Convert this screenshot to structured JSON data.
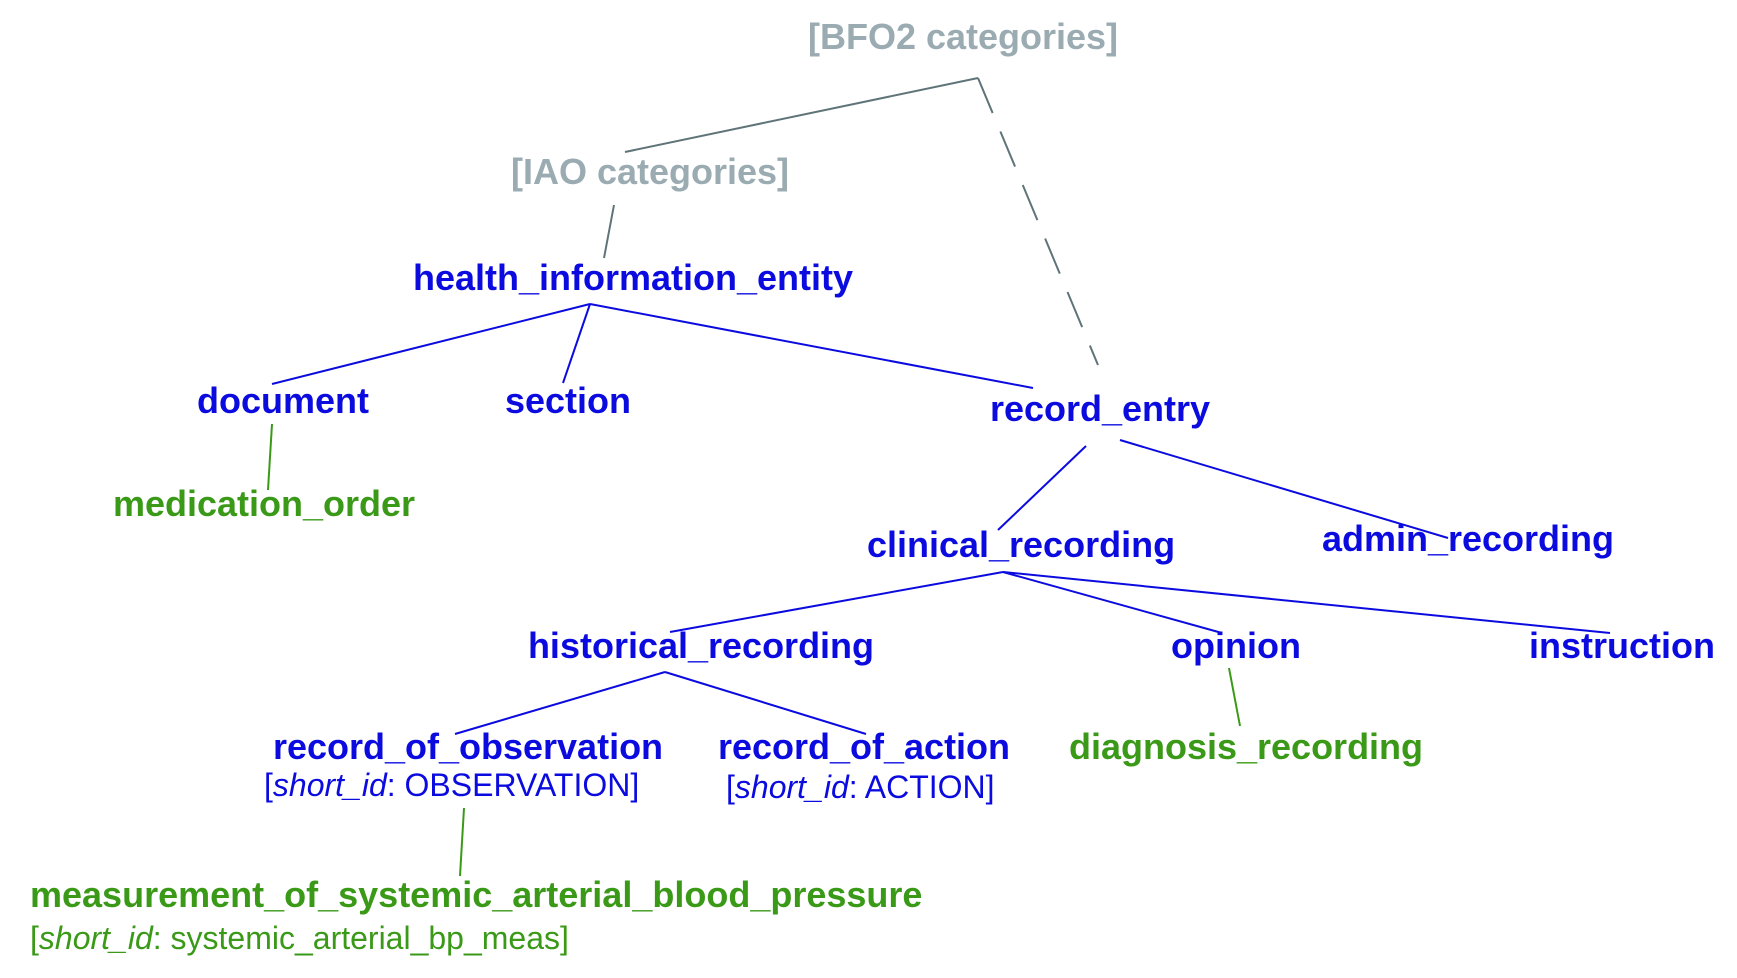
{
  "nodes": {
    "bfo2": "[BFO2 categories]",
    "iao": "[IAO categories]",
    "health_information_entity": "health_information_entity",
    "document": "document",
    "section": "section",
    "record_entry": "record_entry",
    "medication_order": "medication_order",
    "clinical_recording": "clinical_recording",
    "admin_recording": "admin_recording",
    "historical_recording": "historical_recording",
    "opinion": "opinion",
    "instruction": "instruction",
    "record_of_observation": "record_of_observation",
    "record_of_action": "record_of_action",
    "diagnosis_recording": "diagnosis_recording",
    "measurement": "measurement_of_systemic_arterial_blood_pressure"
  },
  "short_ids": {
    "key": "short_id",
    "observation": "OBSERVATION",
    "action": "ACTION",
    "measurement": "systemic_arterial_bp_meas"
  },
  "colors": {
    "category": "#9aabb1",
    "class": "#0b0be0",
    "instance": "#3a9a18",
    "category_edge": "#5f7479"
  }
}
